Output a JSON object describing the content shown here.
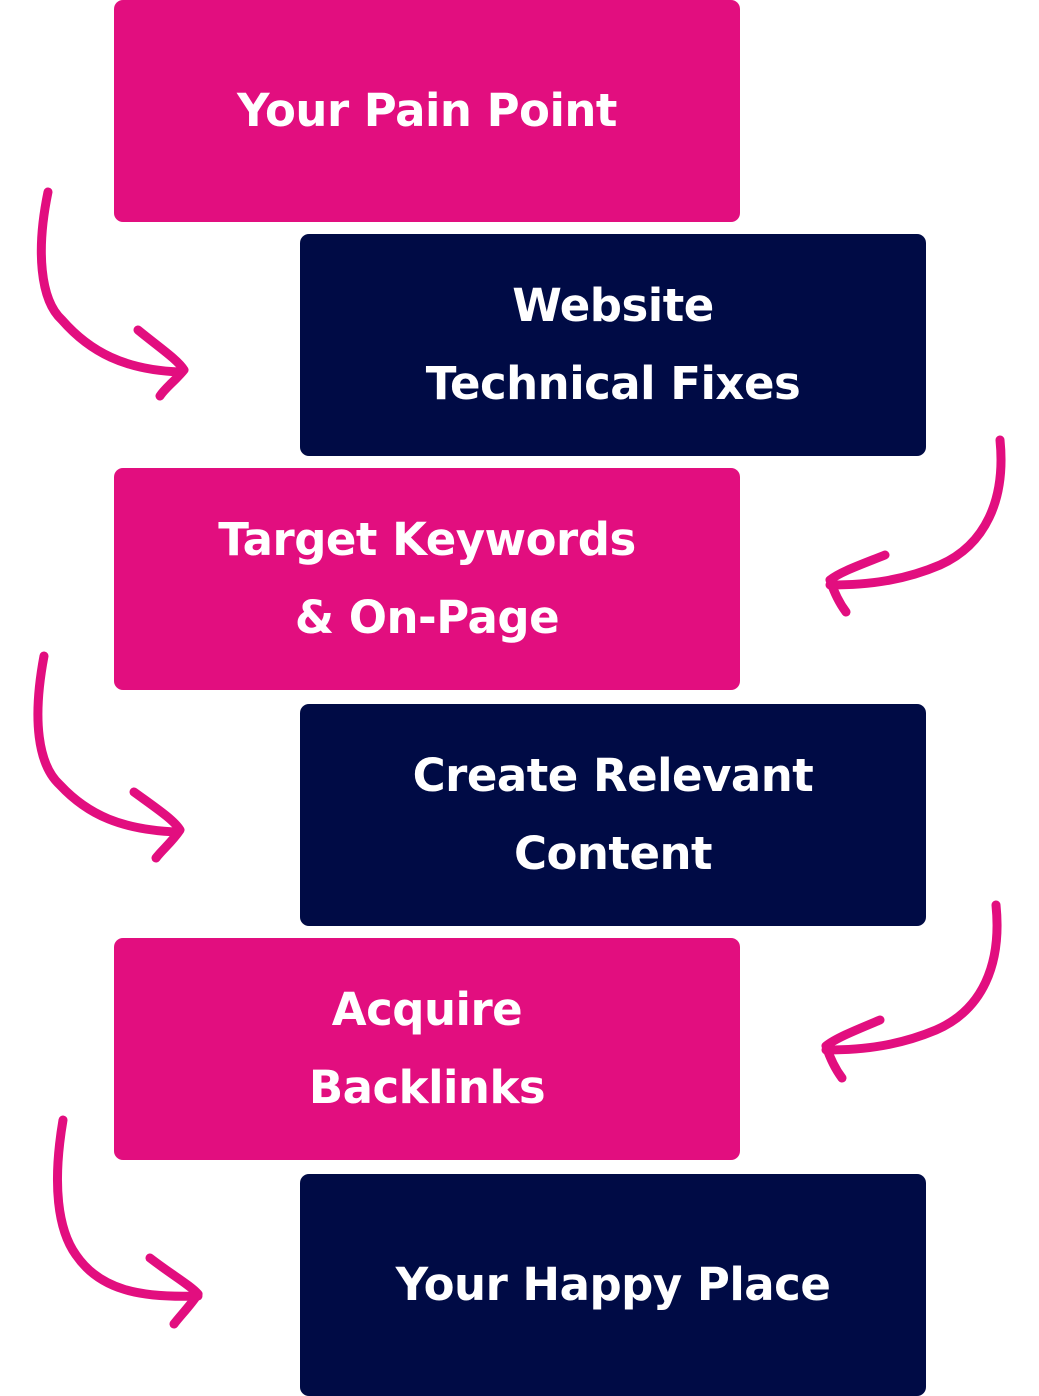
{
  "colors": {
    "pink": "#E20E7F",
    "navy": "#000B45",
    "text": "#FFFFFF",
    "arrow": "#E20E7F"
  },
  "steps": [
    {
      "label": "Your Pain Point",
      "color": "pink"
    },
    {
      "label": "Website\nTechnical Fixes",
      "color": "navy"
    },
    {
      "label": "Target Keywords\n& On-Page",
      "color": "pink"
    },
    {
      "label": "Create Relevant\nContent",
      "color": "navy"
    },
    {
      "label": "Acquire\nBacklinks",
      "color": "pink"
    },
    {
      "label": "Your Happy Place",
      "color": "navy"
    }
  ],
  "arrows": [
    {
      "from": 0,
      "to": 1,
      "icon": "curved-arrow-right-icon"
    },
    {
      "from": 1,
      "to": 2,
      "icon": "curved-arrow-left-icon"
    },
    {
      "from": 2,
      "to": 3,
      "icon": "curved-arrow-right-icon"
    },
    {
      "from": 3,
      "to": 4,
      "icon": "curved-arrow-left-icon"
    },
    {
      "from": 4,
      "to": 5,
      "icon": "curved-arrow-right-icon"
    }
  ]
}
